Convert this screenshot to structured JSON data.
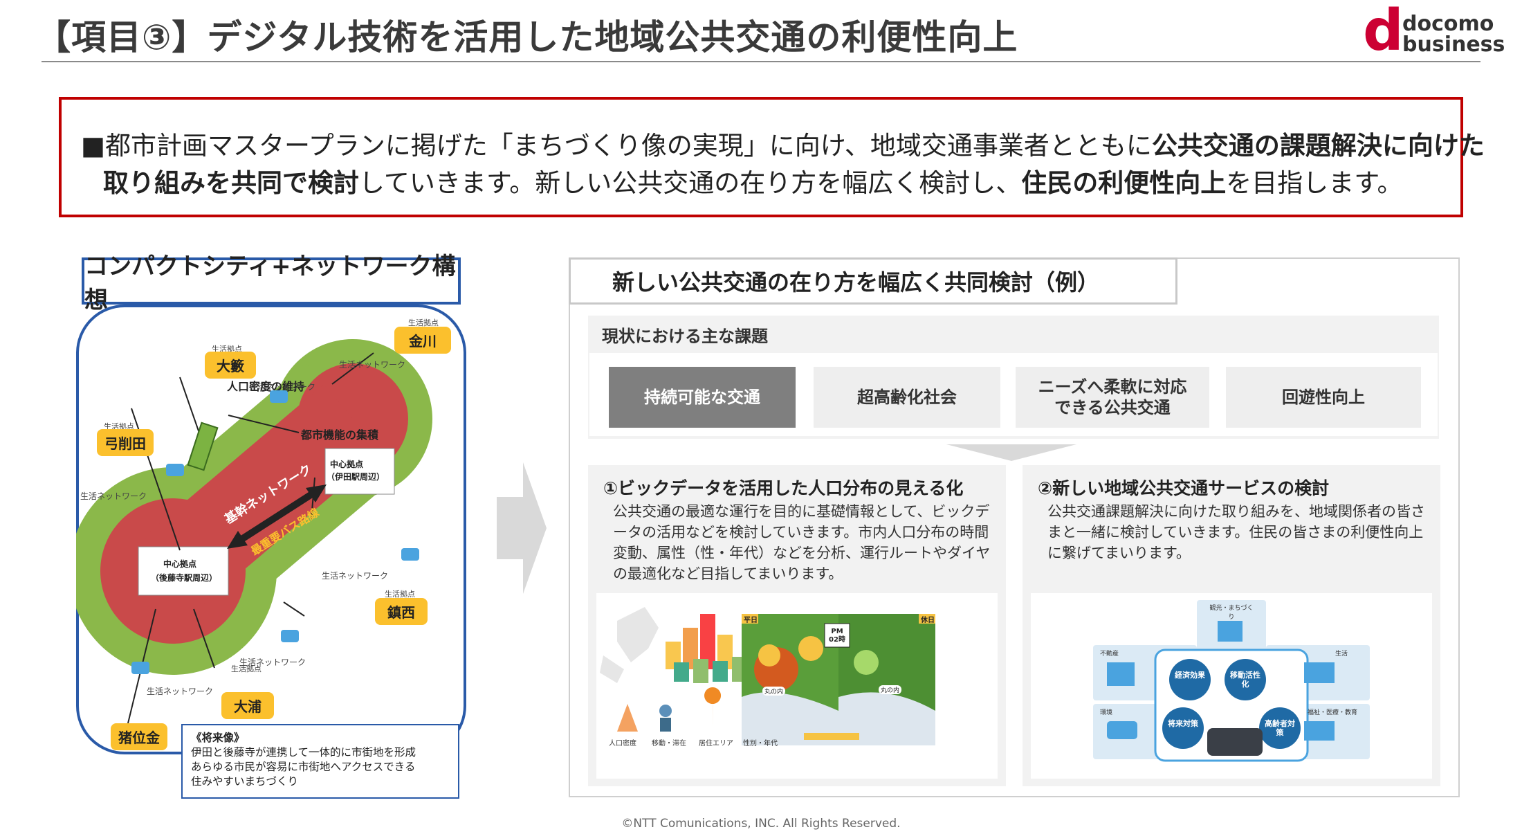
{
  "header": {
    "title": "【項目③】デジタル技術を活用した地域公共交通の利便性向上",
    "logo_line1": "docomo",
    "logo_line2": "business"
  },
  "summary": {
    "bullet": "■",
    "l1_a": "都市計画マスタープランに掲げた「まちづくり像の実現」に向け、地域交通事業者とともに",
    "l1_b": "公共交通の課題解決に向けた",
    "l2_a": "取り組みを共同で検討",
    "l2_b": "していきます。新しい公共交通の在り方を幅広く検討し、",
    "l2_c": "住民の利便性向上",
    "l2_d": "を目指します。"
  },
  "left": {
    "title": "コンパクトシティ+ネットワーク構想",
    "hub_label": "生活拠点",
    "hubs": [
      "金川",
      "大籔",
      "弓削田",
      "鎮西",
      "大浦",
      "猪位金"
    ],
    "network_label": "生活ネットワーク",
    "density_label": "人口密度の維持",
    "urban_label": "都市機能の集積",
    "core_network": "基幹ネットワーク",
    "bus_route": "最重要バス路線",
    "center1_a": "中心拠点",
    "center1_b": "（伊田駅周辺）",
    "center2_a": "中心拠点",
    "center2_b": "（後藤寺駅周辺）",
    "future_title": "《将来像》",
    "future_l1": "伊田と後藤寺が連携して一体的に市街地を形成",
    "future_l2": "あらゆる市民が容易に市街地へアクセスできる",
    "future_l3": "住みやすいまちづくり"
  },
  "right": {
    "title": "新しい公共交通の在り方を幅広く共同検討（例）",
    "issues_title": "現状における主な課題",
    "issues": [
      "持続可能な交通",
      "超高齢化社会",
      "ニーズへ柔軟に対応",
      "できる公共交通",
      "回遊性向上"
    ],
    "sol1": {
      "head": "①ビックデータを活用した人口分布の見える化",
      "body": "公共交通の最適な運行を目的に基礎情報として、ビックデータの活用などを検討していきます。市内人口分布の時間変動、属性（性・年代）などを分析、運行ルートやダイヤの最適化など目指してまいります。",
      "icons": [
        "人口密度",
        "移動・滞在",
        "居住エリア",
        "性別・年代"
      ],
      "map_weekday": "平日",
      "map_holiday": "休日",
      "map_time": "PM 02時",
      "map_place": "丸の内"
    },
    "sol2": {
      "head": "②新しい地域公共交通サービスの検討",
      "body": "公共交通課題解決に向けた取り組みを、地域関係者の皆さまと一緒に検討していきます。住民の皆さまの利便性向上に繋げてまいります。",
      "tiles": [
        "観光・まちづくり",
        "不動産",
        "生活",
        "環境",
        "福祉・医療・教育"
      ],
      "circles": [
        "経済効果",
        "移動活性化",
        "将来対策",
        "高齢者対策"
      ]
    }
  },
  "footer": {
    "copyright": "©NTT Comunications, INC. All Rights Reserved."
  },
  "colors": {
    "accent_red": "#c00000",
    "frame_blue": "#2a5aa8",
    "hub_yellow": "#fbc02d",
    "green": "#8bb84a",
    "red_zone": "#c94a4a",
    "infographic_blue": "#4aa3df"
  }
}
